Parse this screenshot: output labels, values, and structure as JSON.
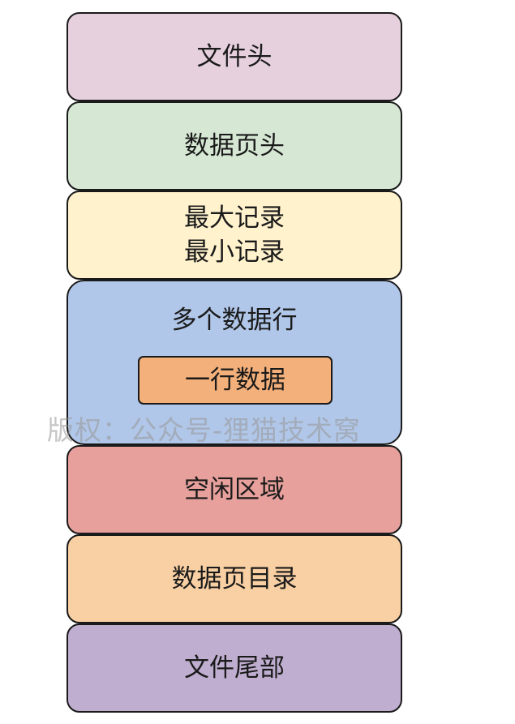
{
  "blocks": {
    "file_header": "文件头",
    "page_header": "数据页头",
    "infimum": "最大记录",
    "supremum": "最小记录",
    "user_records": "多个数据行",
    "single_row": "一行数据",
    "free_space": "空闲区域",
    "page_directory": "数据页目录",
    "file_trailer": "文件尾部"
  },
  "watermark": "版权：公众号-狸猫技术窝",
  "colors": {
    "file_header": "#e6d0de",
    "page_header": "#d6e8d4",
    "records_minmax": "#fff2cc",
    "user_records": "#b1c7e9",
    "single_row": "#f4b07a",
    "free_space": "#e7a09b",
    "page_directory": "#f9d0a3",
    "file_trailer": "#c0aed0"
  }
}
